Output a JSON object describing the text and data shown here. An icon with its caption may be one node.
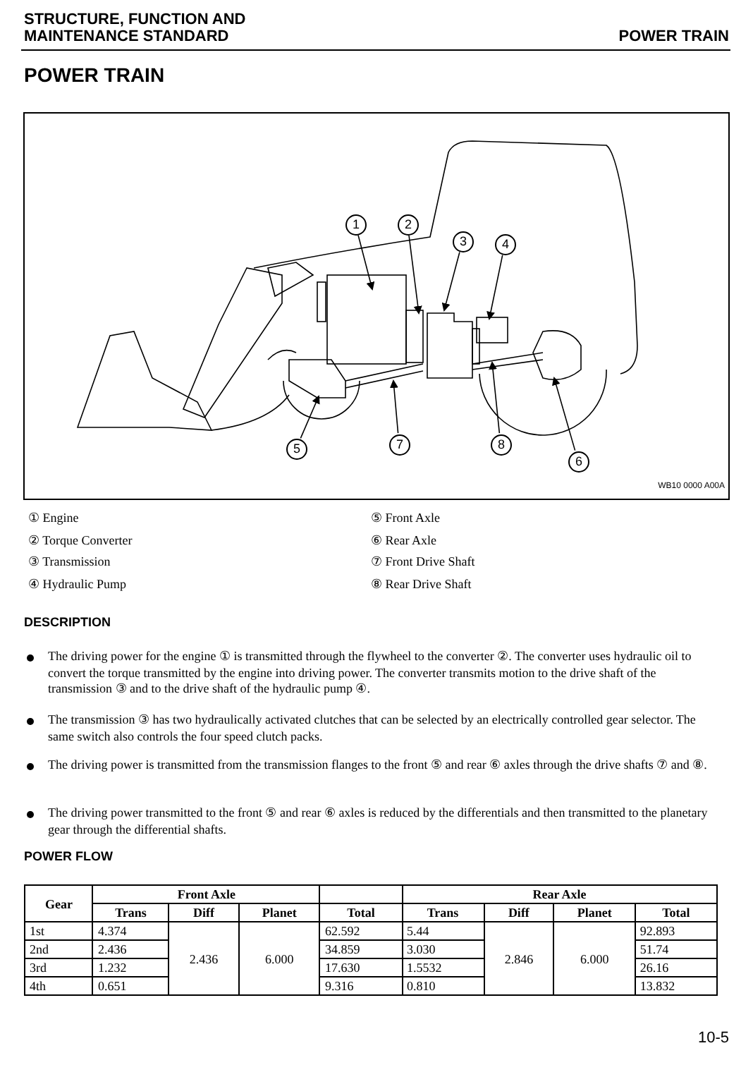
{
  "diagram": {
    "title": "POWER TRAIN",
    "nodes": [
      {
        "text": [
          "1"
        ]
      },
      {
        "text": [
          "2"
        ]
      },
      {
        "text": [
          "3"
        ]
      },
      {
        "text": [
          "4"
        ]
      },
      {
        "text": [
          "5"
        ]
      },
      {
        "text": [
          "7"
        ]
      },
      {
        "text": [
          "8"
        ]
      },
      {
        "text": [
          "6"
        ]
      }
    ],
    "edges": [
      {
        "from": 0,
        "to": null,
        "arrow": "to"
      },
      {
        "from": 1,
        "to": null,
        "arrow": "to"
      },
      {
        "from": 2,
        "to": null,
        "arrow": "to"
      },
      {
        "from": 3,
        "to": null,
        "arrow": "to"
      },
      {
        "from": 4,
        "to": null,
        "arrow": "to"
      },
      {
        "from": 5,
        "to": null,
        "arrow": "to"
      },
      {
        "from": 6,
        "to": null,
        "arrow": "to"
      },
      {
        "from": 7,
        "to": null,
        "arrow": "to"
      }
    ],
    "labels": [
      "STRUCTURE, FUNCTION AND MAINTENANCE STANDARD",
      "POWER TRAIN",
      "WB10 0000 A00A",
      "① Engine",
      "② Torque Converter",
      "③ Transmission",
      "④ Hydraulic Pump",
      "⑤ Front Axle",
      "⑥ Rear Axle",
      "⑦ Front Drive Shaft",
      "⑧ Rear Drive Shaft",
      "DESCRIPTION",
      "The driving power for the engine ① is transmitted through the flywheel to the converter ②. The converter uses hydraulic oil to convert the torque transmitted by the engine into driving power. The converter transmits motion to the drive shaft of the transmission ③ and to the drive shaft of the hydraulic pump ④.",
      "The transmission ③ has two hydraulically activated clutches that can be selected by an electrically controlled gear selector. The same switch also controls the four speed clutch packs.",
      "The driving power is transmitted from the transmission flanges to the front ⑤ and rear ⑥ axles through the drive shafts ⑦ and ⑧.",
      "The driving power transmitted to the front ⑤ and rear ⑥ axles is reduced by the differentials and then transmitted to the planetary gear through the differential shafts.",
      "POWER FLOW",
      "Gear",
      "Front Axle",
      "Rear Axle",
      "Trans",
      "Diff",
      "Planet",
      "Total",
      "Trans",
      "Diff",
      "Planet",
      "Total",
      "1st",
      "4.374",
      "2.436",
      "6.000",
      "62.592",
      "5.44",
      "2.846",
      "6.000",
      "92.893",
      "2nd",
      "2.436",
      "34.859",
      "3.030",
      "51.74",
      "3rd",
      "1.232",
      "17.630",
      "1.5532",
      "26.16",
      "4th",
      "0.651",
      "9.316",
      "0.810",
      "13.832",
      "10-5"
    ]
  }
}
